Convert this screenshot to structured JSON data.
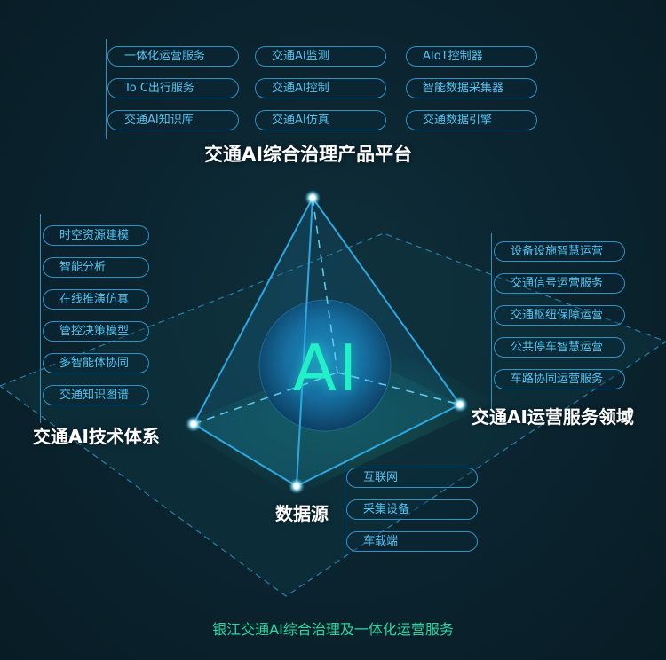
{
  "top_group": {
    "title": "交通AI综合治理产品平台",
    "items": [
      "一体化运营服务",
      "交通AI监测",
      "AIoT控制器",
      "To C出行服务",
      "交通AI控制",
      "智能数据采集器",
      "交通AI知识库",
      "交通AI仿真",
      "交通数据引擎"
    ]
  },
  "left_group": {
    "title": "交通AI技术体系",
    "items": [
      "时空资源建模",
      "智能分析",
      "在线推演仿真",
      "管控决策模型",
      "多智能体协同",
      "交通知识图谱"
    ]
  },
  "right_group": {
    "title": "交通AI运营服务领域",
    "items": [
      "设备设施智慧运营",
      "交通信号运营服务",
      "交通枢纽保障运营",
      "公共停车智慧运营",
      "车路协同运营服务"
    ]
  },
  "bottom_group": {
    "title": "数据源",
    "items": [
      "互联网",
      "采集设备",
      "车载端"
    ]
  },
  "center": {
    "label": "AI"
  },
  "footer": "银江交通AI综合治理及一体化运营服务",
  "colors": {
    "background": "#0b2530",
    "pill_border": "#2e93c8",
    "pill_text": "#56c3f0",
    "accent_green": "#28d6a0",
    "pyramid_edge": "#2ea7e0"
  }
}
